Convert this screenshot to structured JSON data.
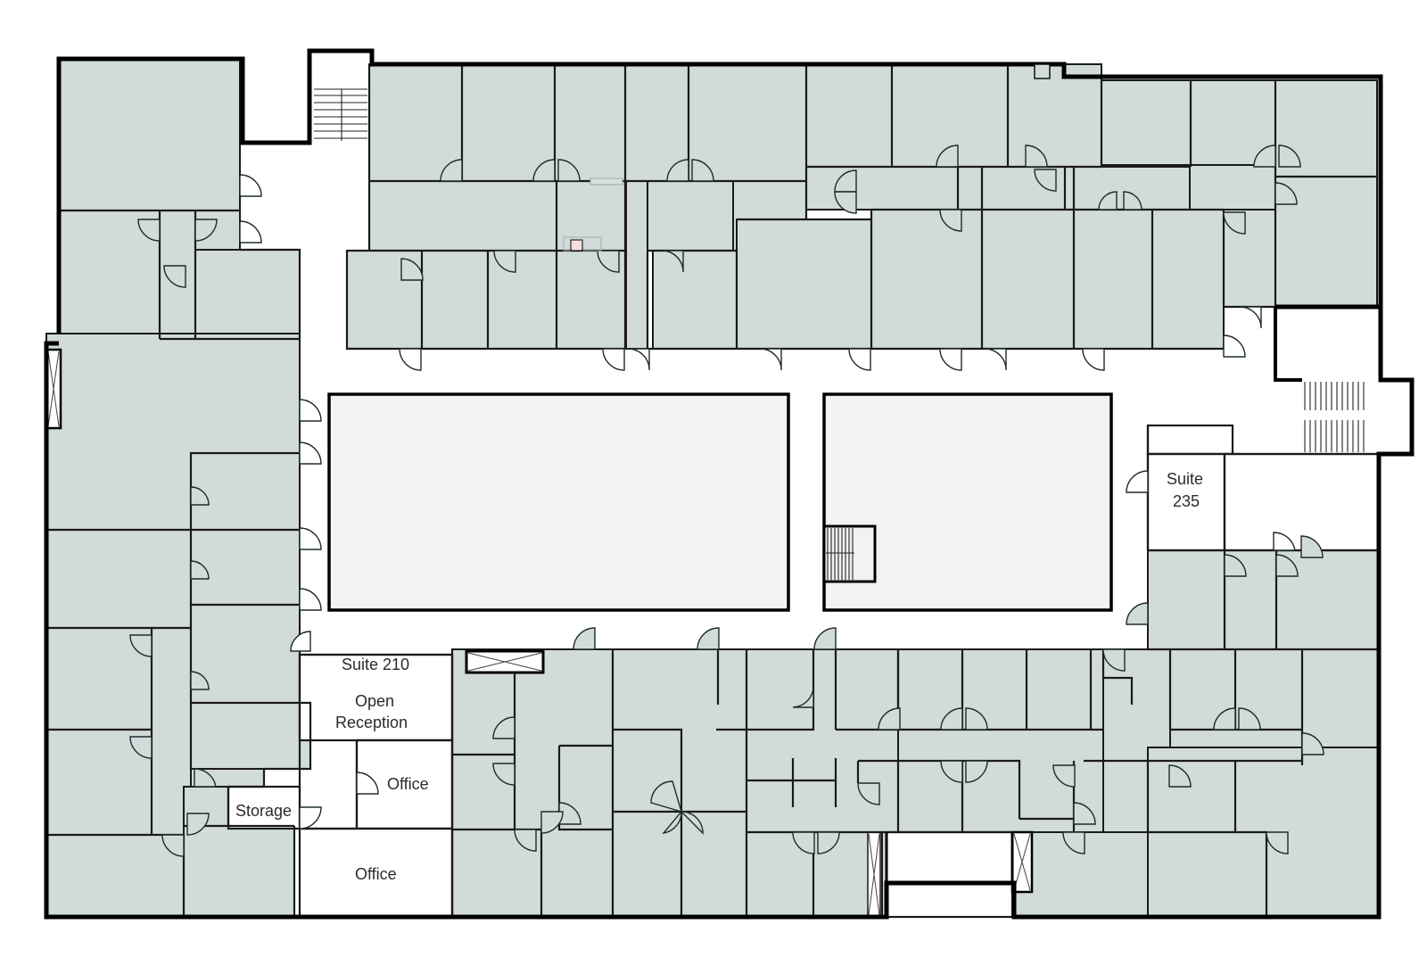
{
  "floor_plan": {
    "colors": {
      "tenant_space": "#d1dbd9",
      "available_space": "#ffffff",
      "atrium": "#f2f2f2",
      "walls": "#000000"
    },
    "labels": {
      "suite_210": "Suite 210",
      "open_reception": "Open\nReception",
      "open_reception_line1": "Open",
      "open_reception_line2": "Reception",
      "office_upper": "Office",
      "office_lower": "Office",
      "storage": "Storage",
      "suite_235_line1": "Suite",
      "suite_235_line2": "235"
    },
    "features": {
      "stairwells": [
        "north-west stair",
        "east stair",
        "atrium stair"
      ],
      "elevators_shafts": [
        "west shaft",
        "south-west shaft",
        "south shaft left",
        "south shaft right"
      ],
      "atria": [
        "west atrium",
        "east atrium"
      ]
    }
  }
}
